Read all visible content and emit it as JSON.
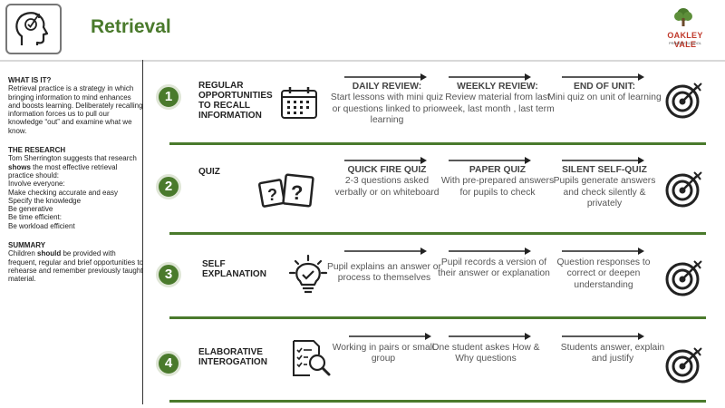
{
  "header": {
    "title": "Retrieval",
    "logo_line1": "OAKLEY VALE",
    "logo_line2": "PRIMARY SCHOOL"
  },
  "colors": {
    "accent": "#4a7a2c",
    "text": "#222222",
    "muted": "#555555"
  },
  "sidebar": {
    "what_heading": "WHAT IS IT?",
    "what_text": "Retrieval practice is a strategy in which bringing information to mind enhances and boosts learning. Deliberately recalling information forces us to pull our knowledge “out” and examine what we know.",
    "research_heading": "THE RESEARCH",
    "research_text_a": "Tom Sherrington suggests that research",
    "research_bold": "shows",
    "research_text_b": "the most effective retrieval practice should:",
    "research_items": [
      "Involve everyone:",
      "Make checking accurate and easy",
      "Specify the knowledge",
      "Be generative",
      "Be time efficient:",
      "Be workload efficient"
    ],
    "summary_heading": "SUMMARY",
    "summary_text_a": "Children",
    "summary_bold": "should",
    "summary_text_b": "be provided with frequent, regular and brief opportunities to rehearse and remember previously taught material."
  },
  "rows": [
    {
      "number": "1",
      "title": "REGULAR OPPORTUNITIES TO RECALL INFORMATION",
      "icon": "calendar-icon",
      "steps": [
        {
          "heading": "DAILY REVIEW:",
          "text": "Start lessons with mini quiz or questions linked to prior learning"
        },
        {
          "heading": "WEEKLY REVIEW:",
          "text": "Review material from last week, last month , last term"
        },
        {
          "heading": "END OF UNIT:",
          "text": "Mini quiz on unit of learning"
        }
      ]
    },
    {
      "number": "2",
      "title": "QUIZ",
      "icon": "question-cards-icon",
      "steps": [
        {
          "heading": "QUICK FIRE QUIZ",
          "text": "2-3 questions asked verbally or on whiteboard"
        },
        {
          "heading": "PAPER QUIZ",
          "text": "With pre-prepared answers for pupils to check"
        },
        {
          "heading": "SILENT SELF-QUIZ",
          "text": "Pupils generate answers and check silently & privately"
        }
      ]
    },
    {
      "number": "3",
      "title": "SELF EXPLANATION",
      "icon": "lightbulb-icon",
      "steps": [
        {
          "heading": "",
          "text": "Pupil explains an answer or process to themselves"
        },
        {
          "heading": "",
          "text": "Pupil records a version of their answer or explanation"
        },
        {
          "heading": "",
          "text": "Question responses to correct or deepen understanding"
        }
      ]
    },
    {
      "number": "4",
      "title": "ELABORATIVE INTEROGATION",
      "icon": "checklist-magnifier-icon",
      "steps": [
        {
          "heading": "",
          "text": "Working in pairs or small group"
        },
        {
          "heading": "",
          "text": "One student askes How & Why questions"
        },
        {
          "heading": "",
          "text": "Students answer, explain and justify"
        }
      ]
    }
  ]
}
